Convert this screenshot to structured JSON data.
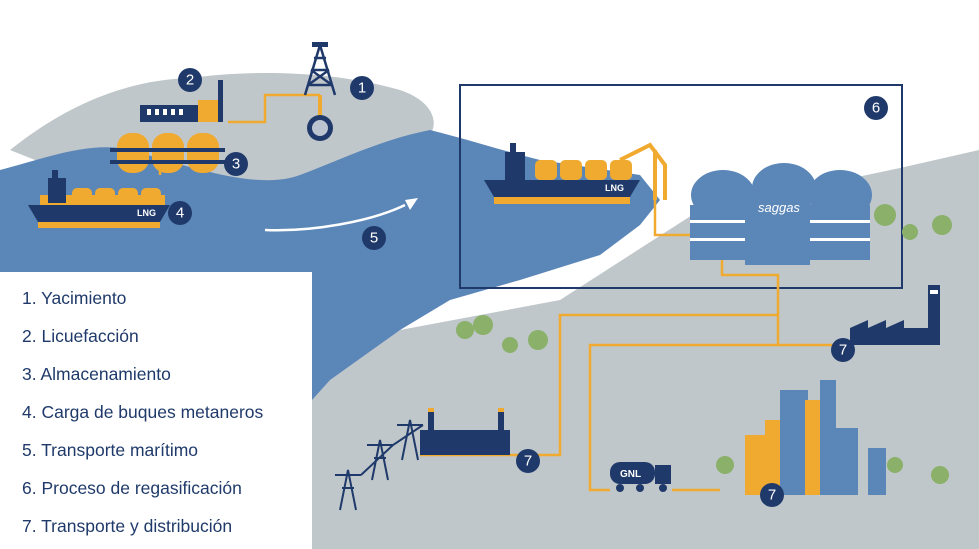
{
  "legend": {
    "items": [
      "1. Yacimiento",
      "2. Licuefacción",
      "3. Almacenamiento",
      "4. Carga de buques metaneros",
      "5. Transporte marítimo",
      "6. Proceso de regasificación",
      "7. Transporte y distribución"
    ]
  },
  "badges": {
    "b1": "1",
    "b2": "2",
    "b3": "3",
    "b4": "4",
    "b5": "5",
    "b6": "6",
    "b7a": "7",
    "b7b": "7",
    "b7c": "7"
  },
  "ship_labels": {
    "ship_left": "LNG",
    "ship_right": "LNG"
  },
  "truck_label": "GNL",
  "plant_brand": "saggas",
  "colors": {
    "navy": "#1f3a6a",
    "ocean": "#5b86b8",
    "land": "#c0c7ca",
    "orange": "#f0aa30",
    "tree_green": "#8ab06a"
  }
}
